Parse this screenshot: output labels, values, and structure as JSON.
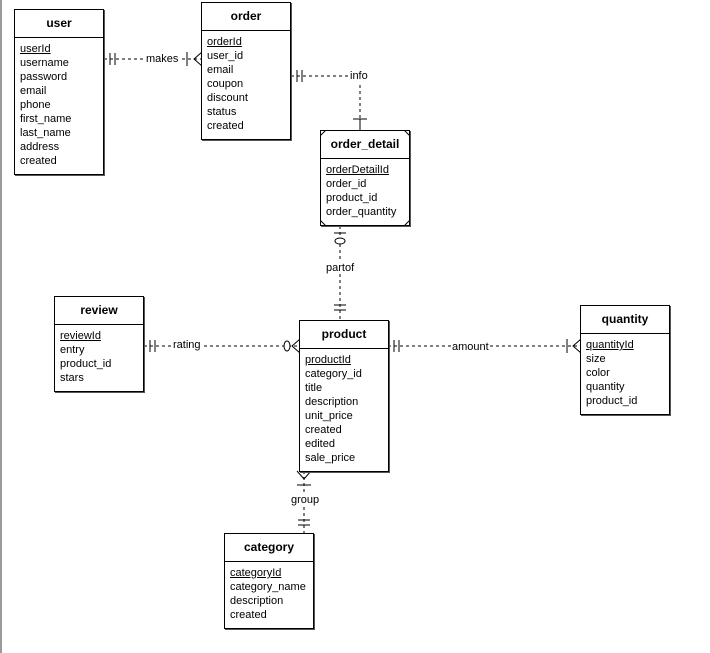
{
  "entities": {
    "user": {
      "title": "user",
      "fields": [
        "userId",
        "username",
        "password",
        "email",
        "phone",
        "first_name",
        "last_name",
        "address",
        "created"
      ]
    },
    "order": {
      "title": "order",
      "fields": [
        "orderId",
        "user_id",
        "email",
        "coupon",
        "discount",
        "status",
        "created"
      ]
    },
    "order_detail": {
      "title": "order_detail",
      "fields": [
        "orderDetailId",
        "order_id",
        "product_id",
        "order_quantity"
      ]
    },
    "review": {
      "title": "review",
      "fields": [
        "reviewId",
        "entry",
        "product_id",
        "stars"
      ]
    },
    "product": {
      "title": "product",
      "fields": [
        "productId",
        "category_id",
        "title",
        "description",
        "unit_price",
        "created",
        "edited",
        "sale_price"
      ]
    },
    "quantity": {
      "title": "quantity",
      "fields": [
        "quantityId",
        "size",
        "color",
        "quantity",
        "product_id"
      ]
    },
    "category": {
      "title": "category",
      "fields": [
        "categoryId",
        "category_name",
        "description",
        "created"
      ]
    }
  },
  "relationships": {
    "makes": "makes",
    "info": "info",
    "partof": "partof",
    "rating": "rating",
    "amount": "amount",
    "group": "group"
  }
}
